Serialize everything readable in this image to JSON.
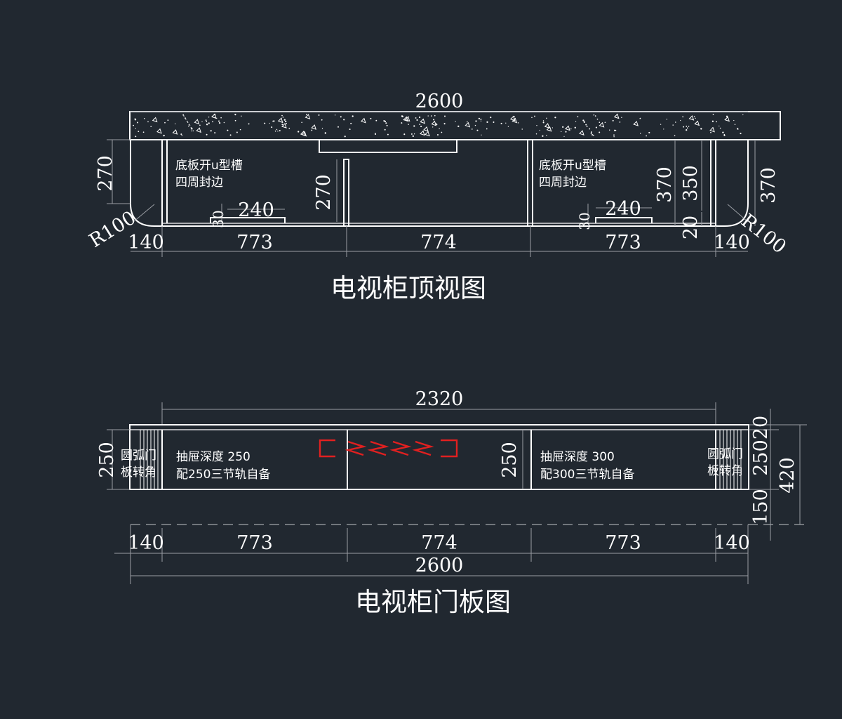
{
  "top_view": {
    "title": "电视柜顶视图",
    "overall_width": "2600",
    "left_depth": "270",
    "mid_depth": "270",
    "right_370_a": "370",
    "right_350": "350",
    "right_20": "20",
    "right_370_b": "370",
    "radius_left": "R100",
    "radius_right": "R100",
    "slot_width_left": "240",
    "slot_width_right": "240",
    "slot_depth_left": "30",
    "slot_depth_right": "30",
    "note_left_line1": "底板开u型槽",
    "note_left_line2": "四周封边",
    "note_right_line1": "底板开u型槽",
    "note_right_line2": "四周封边",
    "seg_1": "140",
    "seg_2": "773",
    "seg_3": "774",
    "seg_4": "773",
    "seg_5": "140"
  },
  "door_view": {
    "title": "电视柜门板图",
    "inner_width": "2320",
    "overall_width": "2600",
    "left_height": "250",
    "mid_height": "250",
    "right_20": "20",
    "right_250": "250",
    "right_150": "150",
    "right_420": "420",
    "corner_left_line1": "圆弧门",
    "corner_left_line2": "板转角",
    "corner_right_line1": "圆弧门",
    "corner_right_line2": "板转角",
    "drawer_left_line1": "抽屉深度 250",
    "drawer_left_line2": "配250三节轨自备",
    "drawer_right_line1": "抽屉深度 300",
    "drawer_right_line2": "配300三节轨自备",
    "seg_1": "140",
    "seg_2": "773",
    "seg_3": "774",
    "seg_4": "773",
    "seg_5": "140"
  },
  "colors": {
    "background": "#212830",
    "line": "#ffffff",
    "hidden_line": "#8c9096",
    "accent": "#e02020"
  }
}
